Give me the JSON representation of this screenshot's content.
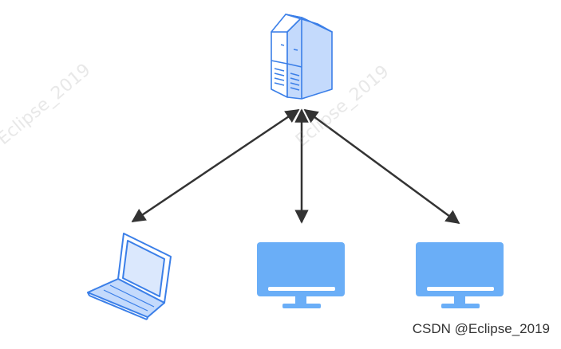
{
  "watermark": {
    "text": "Eclipse_2019"
  },
  "credit": {
    "text": "CSDN @Eclipse_2019"
  },
  "colors": {
    "device_fill": "#6aaef7",
    "device_light": "#c9dcfb",
    "device_stroke": "#3b7fe8",
    "arrow": "#333333",
    "background": "#ffffff"
  },
  "nodes": [
    {
      "id": "server",
      "icon": "server-icon"
    },
    {
      "id": "laptop",
      "icon": "laptop-icon"
    },
    {
      "id": "monitor-center",
      "icon": "monitor-icon"
    },
    {
      "id": "monitor-right",
      "icon": "monitor-icon"
    }
  ],
  "edges": [
    {
      "from": "server",
      "to": "laptop",
      "direction": "bidirectional"
    },
    {
      "from": "server",
      "to": "monitor-center",
      "direction": "bidirectional"
    },
    {
      "from": "server",
      "to": "monitor-right",
      "direction": "bidirectional"
    }
  ]
}
